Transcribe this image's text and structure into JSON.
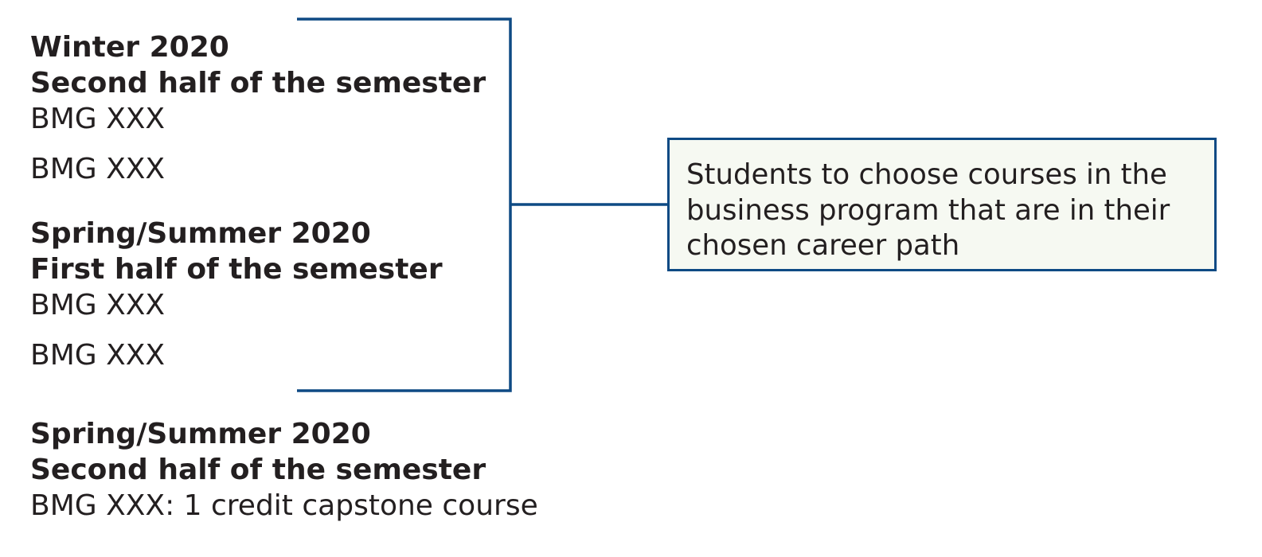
{
  "schedule": [
    {
      "term": "Winter 2020",
      "half": "Second half of the semester",
      "courses": [
        "BMG XXX",
        "BMG XXX"
      ]
    },
    {
      "term": "Spring/Summer 2020",
      "half": "First half of the semester",
      "courses": [
        "BMG XXX",
        "BMG XXX"
      ]
    },
    {
      "term": "Spring/Summer 2020",
      "half": "Second half of the semester",
      "courses": [
        "BMG XXX: 1 credit capstone course"
      ]
    }
  ],
  "note": {
    "text": "Students to choose courses in the business program that are in their chosen career path"
  },
  "colors": {
    "bracket": "#0e4a84",
    "box_border": "#0e4a84",
    "box_fill": "#f6f9f2",
    "text": "#231f20"
  }
}
